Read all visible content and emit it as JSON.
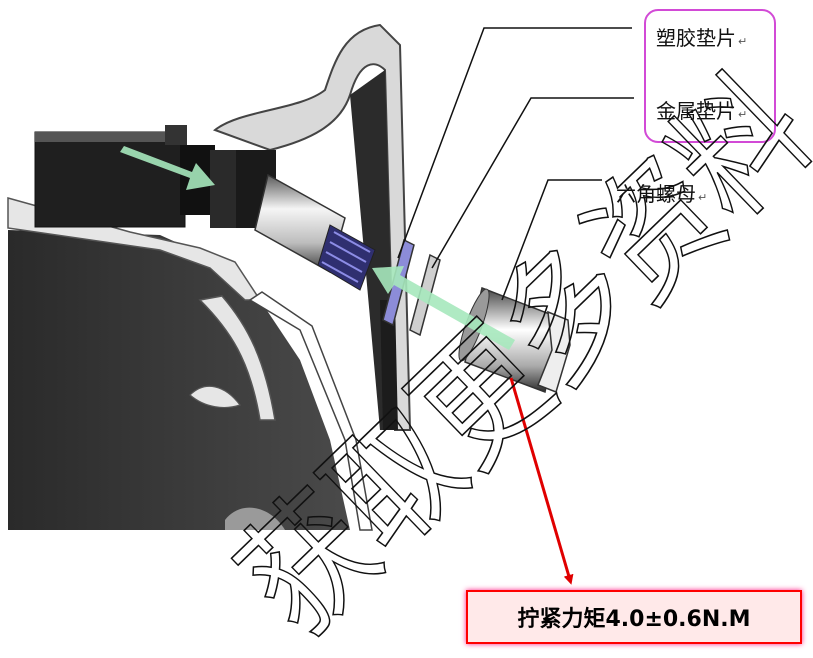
{
  "labels": {
    "plastic_washer": "塑胶垫片",
    "metal_washer": "金属垫片",
    "hex_nut": "六角螺母",
    "mark": "↵"
  },
  "torque": {
    "text": "拧紧力矩4.0±0.6N.M"
  },
  "watermark": {
    "text": "获取更多资料"
  },
  "colors": {
    "highlight_border": "#d24ad6",
    "torque_border": "#ff0000",
    "torque_fill": "#ffe9e9",
    "assembly_arrow": "#9fe3b4",
    "pointer_arrow": "#e00000",
    "casting_dark": "#3a3a3a",
    "casting_light": "#e6e6e6"
  }
}
